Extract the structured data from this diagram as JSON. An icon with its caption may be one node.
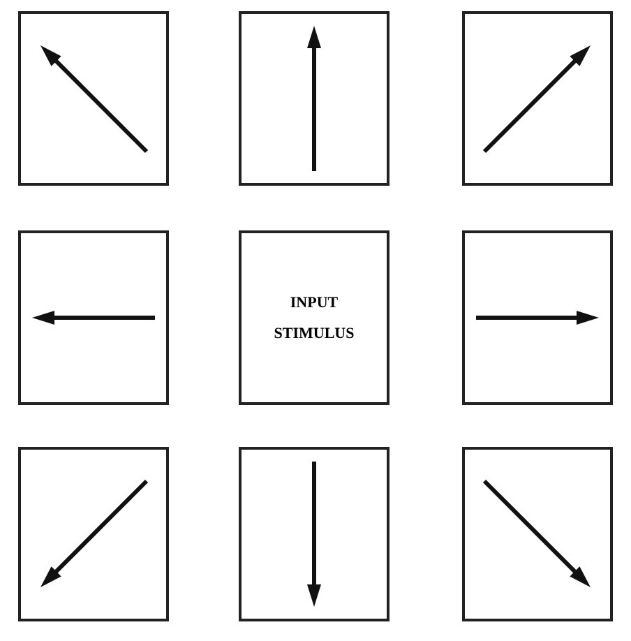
{
  "diagram": {
    "nodes": [
      {
        "text": [],
        "shape": "box"
      },
      {
        "text": [],
        "shape": "box"
      },
      {
        "text": [],
        "shape": "box"
      },
      {
        "text": [],
        "shape": "box"
      },
      {
        "text": [
          "INPUT STIMULUS"
        ]
      },
      {
        "text": [],
        "shape": "box"
      },
      {
        "text": [],
        "shape": "box"
      },
      {
        "text": [],
        "shape": "box"
      },
      {
        "text": [],
        "shape": "box"
      }
    ]
  }
}
